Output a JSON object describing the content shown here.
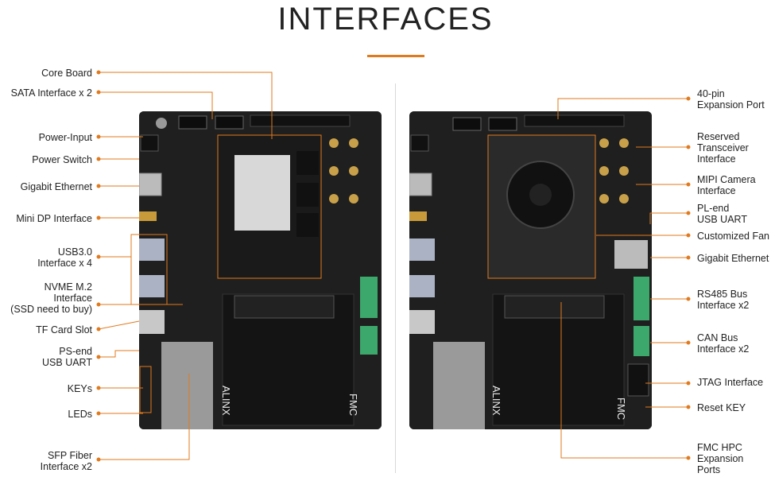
{
  "title": "INTERFACES",
  "accent_color": "#e07a1e",
  "left_labels": [
    {
      "id": "core-board",
      "lines": [
        "Core Board"
      ]
    },
    {
      "id": "sata",
      "lines": [
        "SATA Interface x 2"
      ]
    },
    {
      "id": "power-input",
      "lines": [
        "Power-Input"
      ]
    },
    {
      "id": "power-switch",
      "lines": [
        "Power Switch"
      ]
    },
    {
      "id": "gigabit-ethernet-left",
      "lines": [
        "Gigabit Ethernet"
      ]
    },
    {
      "id": "mini-dp",
      "lines": [
        "Mini DP Interface"
      ]
    },
    {
      "id": "usb3",
      "lines": [
        "USB3.0",
        "Interface x 4"
      ]
    },
    {
      "id": "nvme",
      "lines": [
        "NVME M.2",
        "Interface",
        "(SSD need to buy)"
      ]
    },
    {
      "id": "tf-card",
      "lines": [
        "TF Card Slot"
      ]
    },
    {
      "id": "ps-uart",
      "lines": [
        "PS-end",
        "USB UART"
      ]
    },
    {
      "id": "keys",
      "lines": [
        "KEYs"
      ]
    },
    {
      "id": "leds",
      "lines": [
        "LEDs"
      ]
    },
    {
      "id": "sfp",
      "lines": [
        "SFP Fiber",
        "Interface x2"
      ]
    }
  ],
  "right_labels": [
    {
      "id": "expansion-40pin",
      "lines": [
        "40-pin",
        "Expansion Port"
      ]
    },
    {
      "id": "transceiver",
      "lines": [
        "Reserved",
        "Transceiver",
        "Interface"
      ]
    },
    {
      "id": "mipi",
      "lines": [
        "MIPI Camera",
        "Interface"
      ]
    },
    {
      "id": "pl-uart",
      "lines": [
        "PL-end",
        "USB UART"
      ]
    },
    {
      "id": "fan",
      "lines": [
        "Customized Fan"
      ]
    },
    {
      "id": "gigabit-ethernet-right",
      "lines": [
        "Gigabit Ethernet"
      ]
    },
    {
      "id": "rs485",
      "lines": [
        "RS485 Bus",
        "Interface x2"
      ]
    },
    {
      "id": "can",
      "lines": [
        "CAN Bus",
        "Interface x2"
      ]
    },
    {
      "id": "jtag",
      "lines": [
        "JTAG Interface"
      ]
    },
    {
      "id": "reset",
      "lines": [
        "Reset KEY"
      ]
    },
    {
      "id": "fmc",
      "lines": [
        "FMC HPC",
        "Expansion",
        "Ports"
      ]
    }
  ],
  "board_brand": "ALINX",
  "board_fmc_mark": "FMC"
}
